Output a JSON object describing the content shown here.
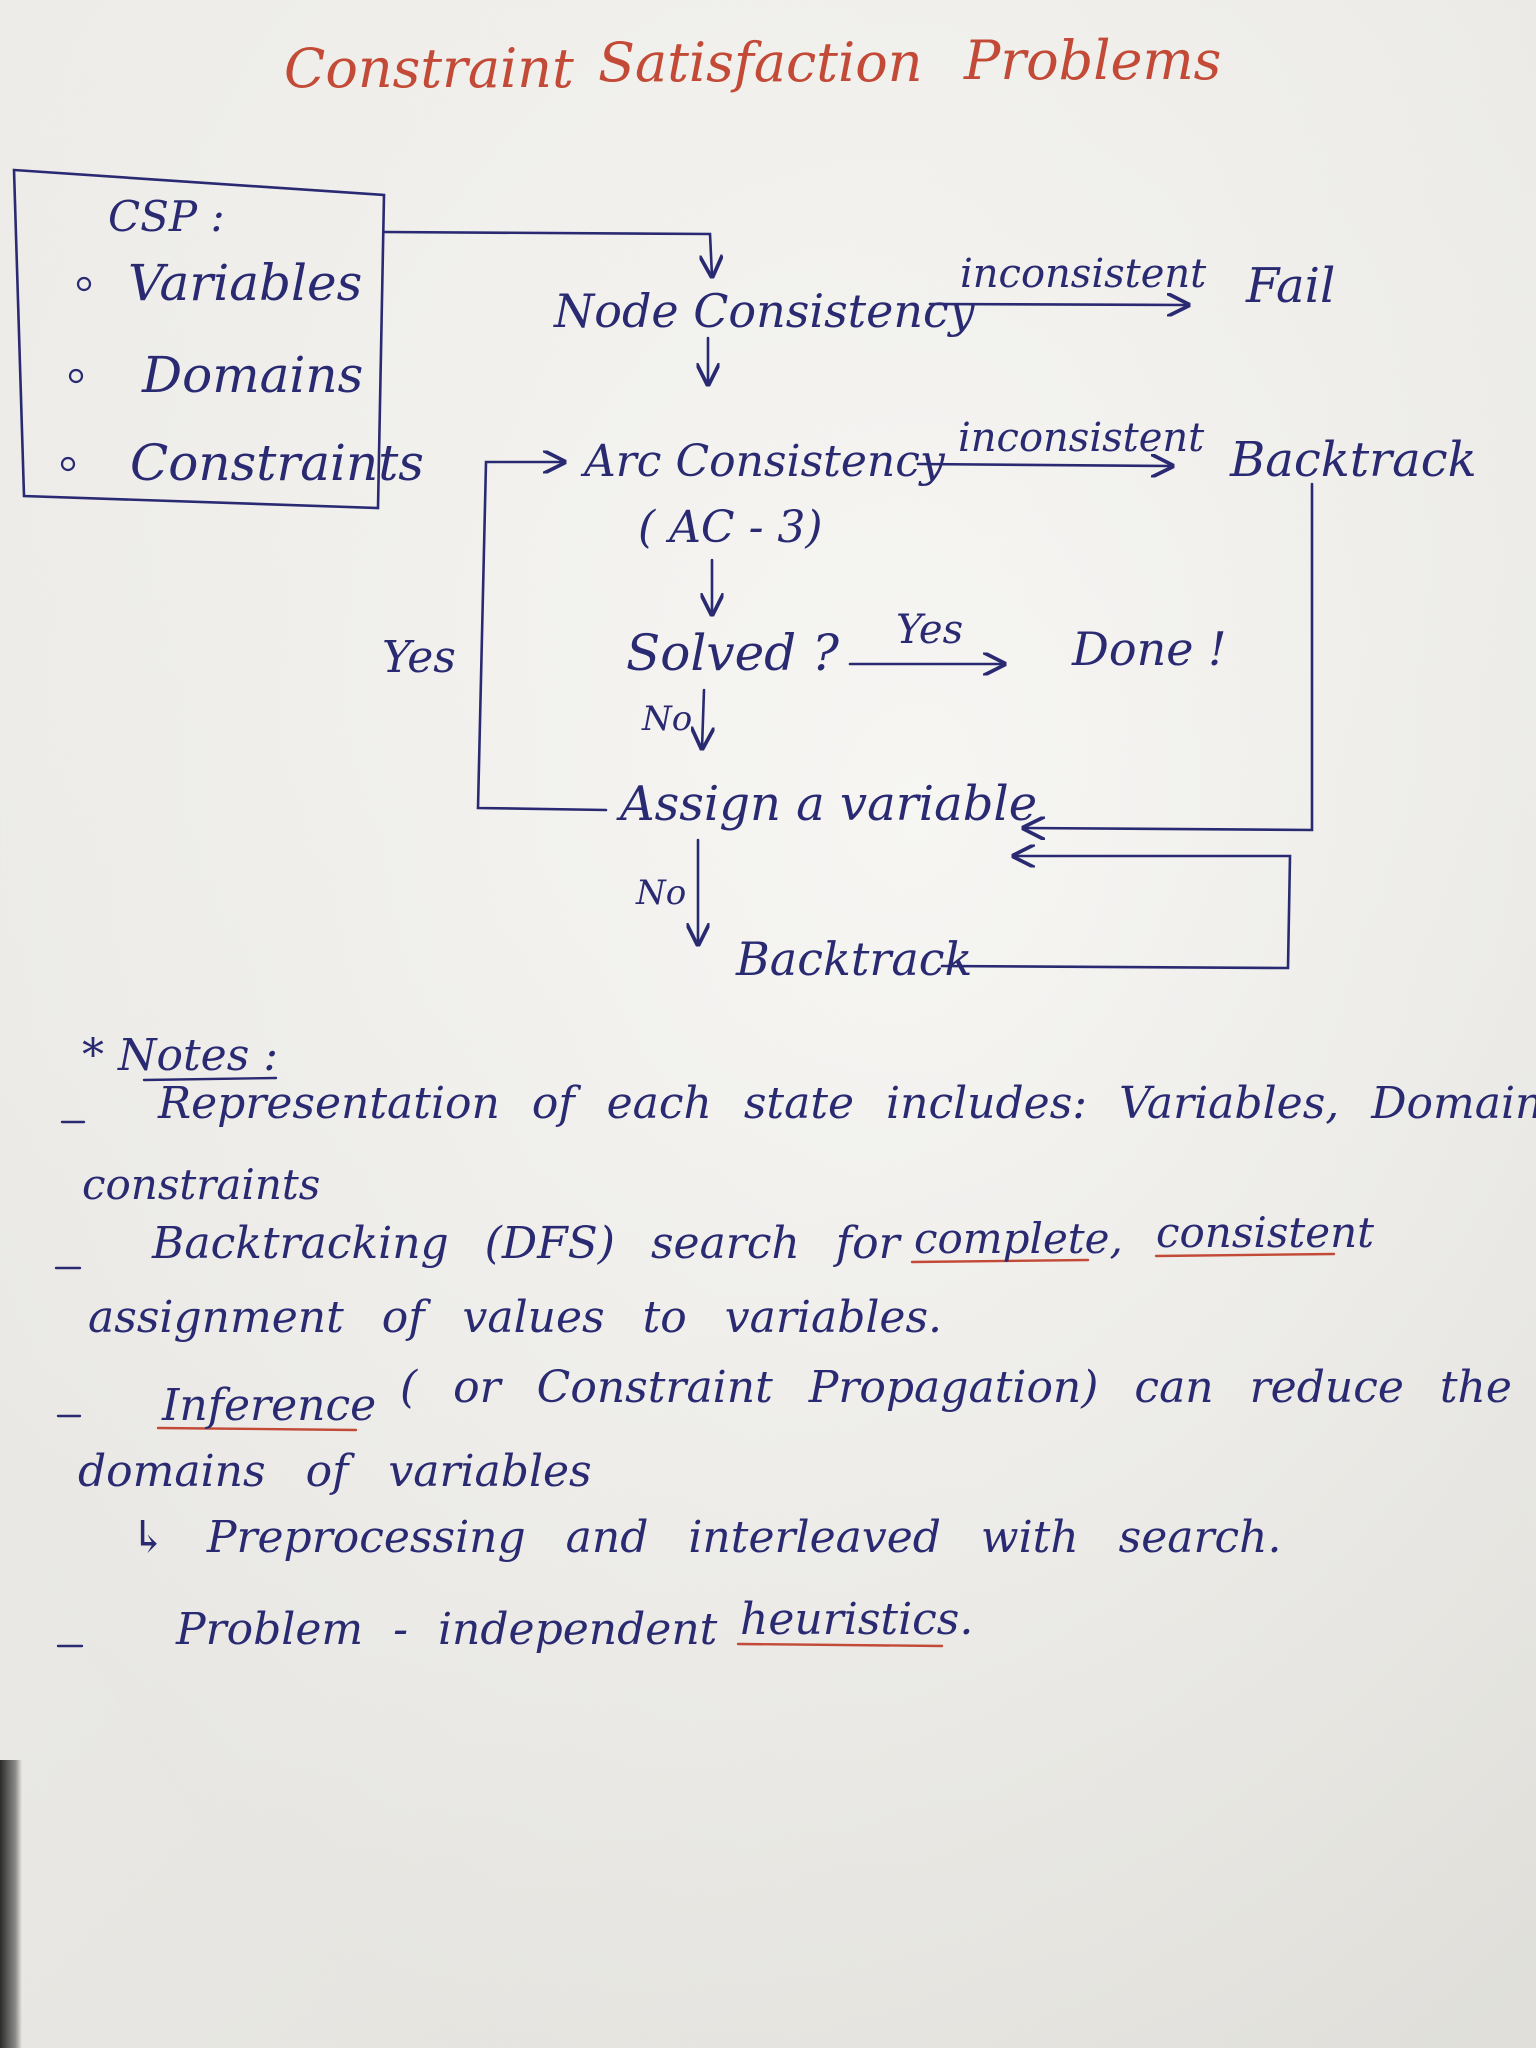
{
  "title": {
    "w1": "Constraint",
    "w2": "Satisfaction",
    "w3": "Problems"
  },
  "csp_box": {
    "heading": "CSP :",
    "items": [
      "Variables",
      "Domains",
      "Constraints"
    ]
  },
  "flow": {
    "node_consistency": "Node Consistency",
    "inconsistent_1": "inconsistent",
    "fail": "Fail",
    "arc_consistency": "Arc Consistency",
    "ac3": "( AC - 3)",
    "inconsistent_2": "inconsistent",
    "backtrack_right": "Backtrack",
    "solved": "Solved ?",
    "yes_right": "Yes",
    "done": "Done !",
    "yes_left": "Yes",
    "no_1": "No",
    "assign": "Assign a variable",
    "no_2": "No",
    "backtrack_bottom": "Backtrack"
  },
  "notes": {
    "heading": "* Notes :",
    "line1a": "Representation of each state includes: Variables, Domains,",
    "line1b": "constraints",
    "line2a_pre": "Backtracking (DFS) search for",
    "line2a_u1": "complete,",
    "line2a_u2": "consistent",
    "line2b": "assignment of values to variables.",
    "line3a_u": "Inference",
    "line3a_post": "( or Constraint Propagation) can reduce the",
    "line3b": "domains of variables",
    "line4": "↳ Preprocessing and interleaved with search.",
    "line5_pre": "Problem - independent",
    "line5_u": "heuristics."
  },
  "colors": {
    "ink": "#2a2a72",
    "title": "#c24a36",
    "underline": "#c24a36"
  }
}
